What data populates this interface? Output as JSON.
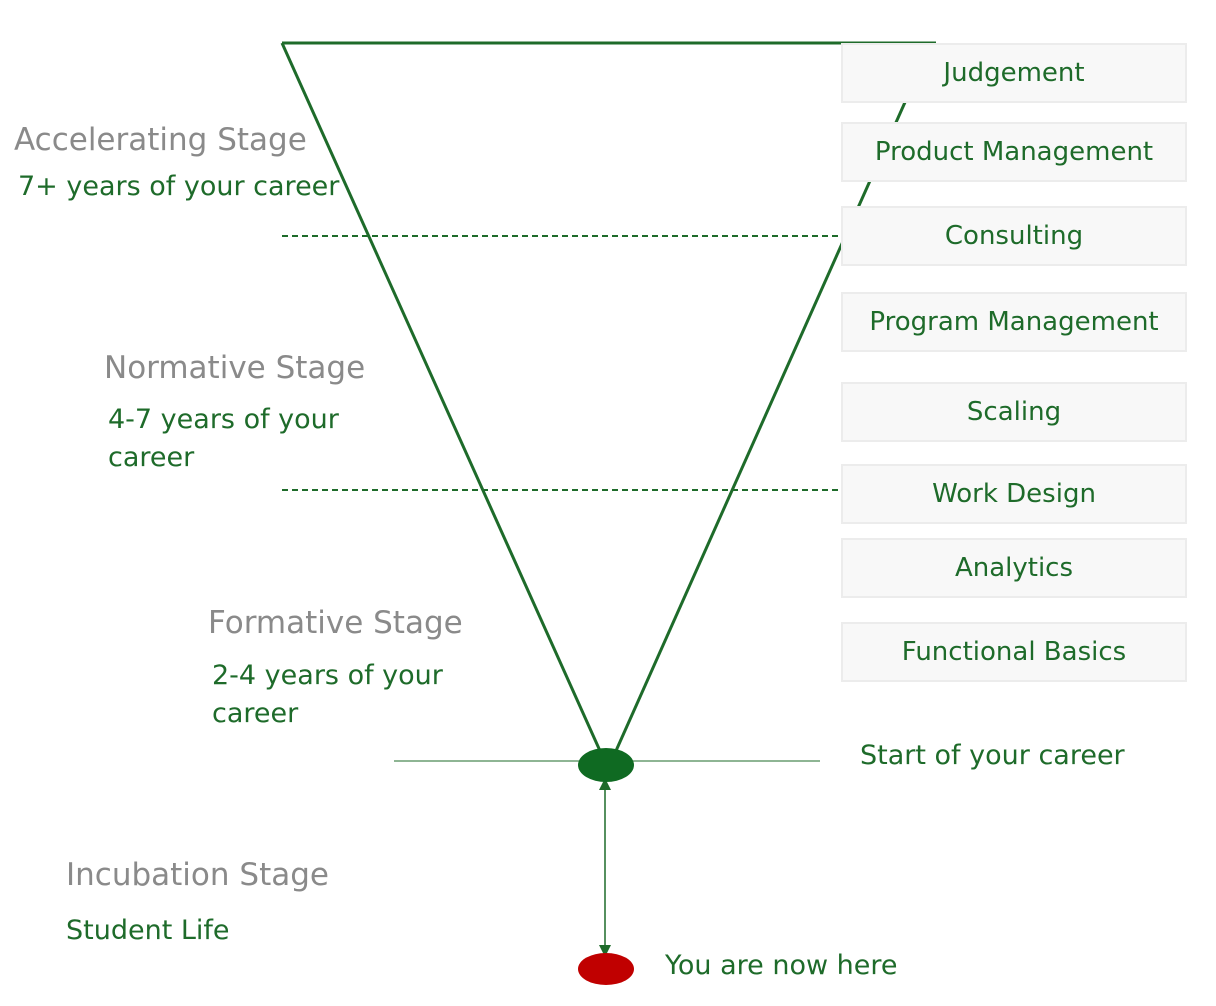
{
  "stages": {
    "accelerating": {
      "title": "Accelerating Stage",
      "subtitle": "7+ years of your career"
    },
    "normative": {
      "title": "Normative Stage",
      "subtitle_line1": "4-7 years of your",
      "subtitle_line2": "career"
    },
    "formative": {
      "title": "Formative Stage",
      "subtitle_line1": "2-4 years of your",
      "subtitle_line2": "career"
    },
    "incubation": {
      "title": "Incubation Stage",
      "subtitle": "Student Life"
    }
  },
  "skills": [
    "Judgement",
    "Product Management",
    "Consulting",
    "Program Management",
    "Scaling",
    "Work Design",
    "Analytics",
    "Functional Basics"
  ],
  "markers": {
    "career_start": "Start of your career",
    "current_position": "You are now here"
  },
  "colors": {
    "line_green": "#1e6b2a",
    "career_start_dot": "#0f6a22",
    "current_dot": "#c00000",
    "stage_title_gray": "#8a8a8a"
  }
}
